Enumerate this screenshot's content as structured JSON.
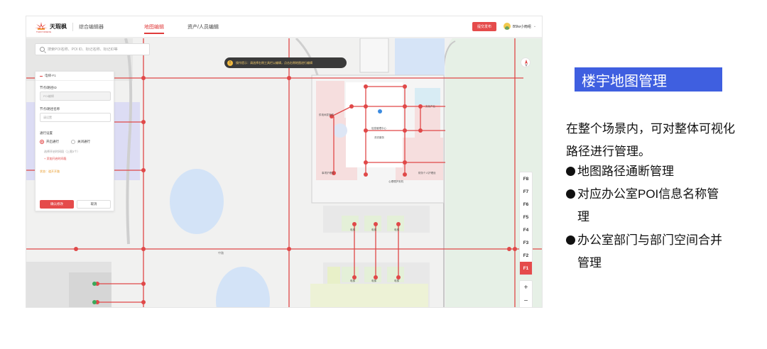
{
  "app": {
    "logo_text": "天瑕枫",
    "logo_sub": "TIANYUFENG",
    "app_name": "综合编辑器",
    "nav": [
      {
        "label": "地图编辑",
        "active": true
      },
      {
        "label": "资产/人员编辑",
        "active": false
      }
    ],
    "publish_label": "提交发布",
    "user_name": "B5lw小雨组"
  },
  "map": {
    "search_placeholder": "搜索POI名称、POI ID、标记名称、标记ID等",
    "toast": "操作提示：请选择右侧工具栏以编辑，点击右侧地图进行编辑",
    "toast_icon": "!",
    "road_label": "中路",
    "poi_labels": [
      "供电间发电机",
      "信息管理中心",
      "洗衣服务",
      "文化产业",
      "事项护理设",
      "心理理护安机",
      "财务个人护理设"
    ],
    "room_labels": [
      "电梯",
      "电梯",
      "电梯",
      "电梯",
      "电梯",
      "电梯"
    ]
  },
  "panel": {
    "header": "电梯-F1",
    "node_id_label": "节点/路径ID",
    "node_id_value": "POI编辑",
    "node_name_label": "节点/路径名称",
    "node_name_placeholder": "请设置",
    "pass_label": "通行设置",
    "radio_on": "开启通行",
    "radio_off": "关闭通行",
    "hint": "选择开启时间段（上限3个）",
    "add_link": "+ 添加开启时间段",
    "status": "状态：道开开路",
    "confirm": "确认修改",
    "cancel": "取消"
  },
  "floors": [
    "F8",
    "F7",
    "F6",
    "F5",
    "F4",
    "F3",
    "F2",
    "F1"
  ],
  "active_floor": "F1",
  "zoom": {
    "in": "+",
    "out": "−"
  },
  "slide": {
    "title": "楼宇地图管理",
    "desc": "在整个场景内，可对整体可视化路径进行管理。",
    "bullets": [
      {
        "line1": "地图路径通断管理",
        "line2": ""
      },
      {
        "line1": "对应办公室POI信息名称管",
        "line2": "理"
      },
      {
        "line1": "办公室部门与部门空间合并",
        "line2": "管理"
      }
    ]
  },
  "colors": {
    "accent": "#e54b4b",
    "title_bg": "#3f5fe0",
    "path": "#e04848"
  }
}
